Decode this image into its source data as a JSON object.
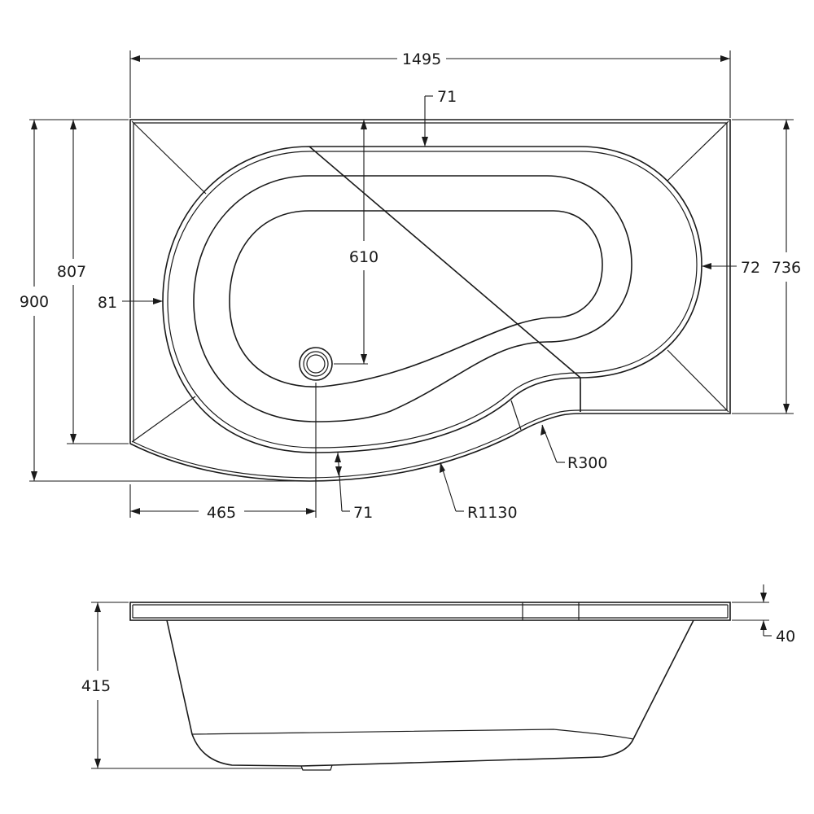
{
  "drawing": {
    "plan": {
      "overall_length": "1495",
      "overall_width": "900",
      "inner_width": "807",
      "right_end_width": "736",
      "top_rim": "71",
      "front_rim": "71",
      "left_rim": "81",
      "right_rim": "72",
      "waste_to_front": "465",
      "inner_depth": "610",
      "bend_radius": "R300",
      "front_radius": "R1130"
    },
    "elevation": {
      "height": "415",
      "rim_thickness": "40"
    }
  }
}
